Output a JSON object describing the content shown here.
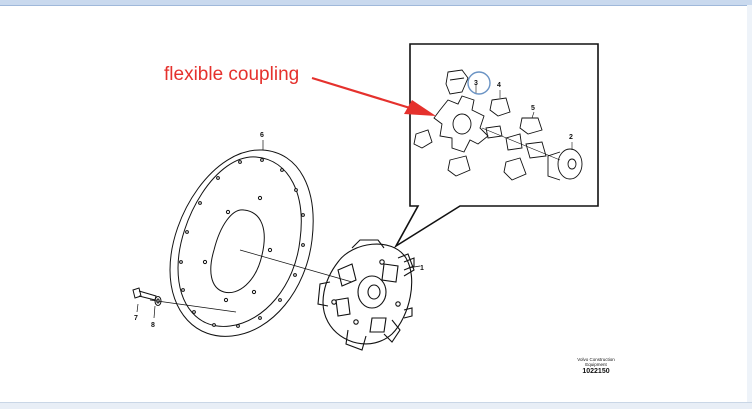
{
  "callout": {
    "text": "flexible coupling",
    "color": "#e5312d"
  },
  "part_labels": {
    "p1": "1",
    "p2": "2",
    "p3": "3",
    "p4": "4",
    "p5": "5",
    "p6": "6",
    "p7": "7",
    "p8": "8"
  },
  "credit": {
    "line1": "Volvo Construction",
    "line2": "Equipment",
    "code": "1022150"
  },
  "colors": {
    "line": "#111111",
    "highlight_circle": "#6a93c4",
    "arrow": "#e5312d",
    "frame_top": "#c9d9ee"
  }
}
